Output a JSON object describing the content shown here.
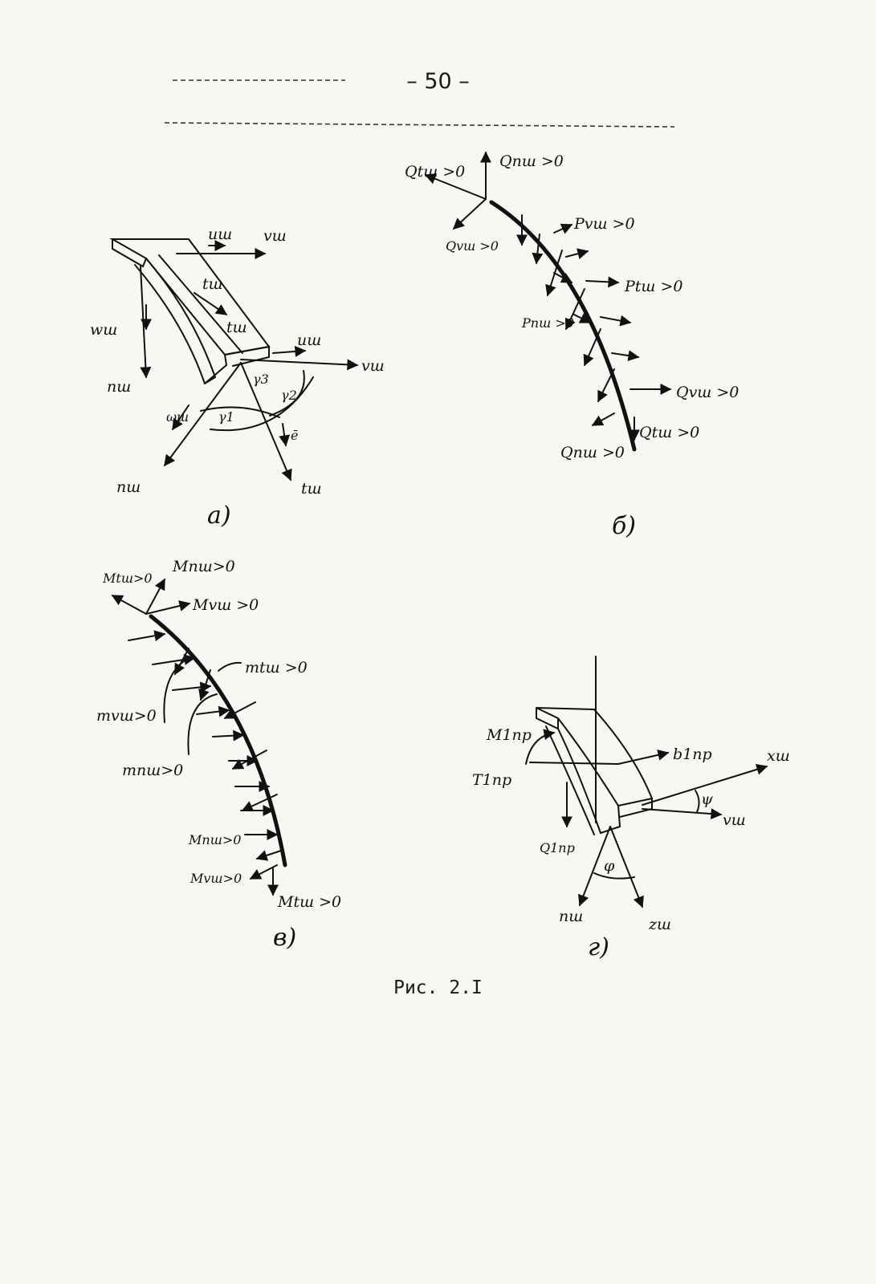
{
  "page": {
    "number": "– 50 –",
    "caption": "Рис. 2.I"
  },
  "panel_a": {
    "sublabel": "а)",
    "labels": {
      "u_top": "uш",
      "v_top": "vш",
      "t_mid": "tш",
      "w": "wш",
      "n_left": "nш",
      "u_right": "uш",
      "v_right": "vш",
      "g3": "γ3",
      "g2": "γ2",
      "g1": "γ1",
      "omega": "ωш",
      "e_vec": "ē",
      "n_bottom": "nш",
      "t_bottom": "tш"
    }
  },
  "panel_b": {
    "sublabel": "б)",
    "labels": {
      "q_n_top": "Qnш >0",
      "q_t_top": "Qtш >0",
      "q_v_top": "Qvш >0",
      "p_v": "Pvш >0",
      "p_t": "Ptш >0",
      "p_n": "Pnш >0",
      "q_v_right": "Qvш >0",
      "q_t_bottom": "Qtш >0",
      "q_n_bottom": "Qnш >0"
    }
  },
  "panel_v": {
    "sublabel": "в)",
    "labels": {
      "m_t_top": "Mtш>0",
      "m_n_top": "Mnш>0",
      "m_v_top": "Mvш >0",
      "small_m_t": "mtш >0",
      "small_m_v": "mvш>0",
      "small_m_n": "mnш>0",
      "m_n_bot": "Mnш>0",
      "m_v_bot": "Mvш>0",
      "m_t_bot": "Mtш >0"
    }
  },
  "panel_g": {
    "sublabel": "г)",
    "labels": {
      "m1": "M1пр",
      "t1": "T1пр",
      "b1": "b1пр",
      "x_axis": "xш",
      "psi": "ψ",
      "v_axis": "vш",
      "q1": "Q1пр",
      "phi": "φ",
      "n_axis": "nш",
      "z_axis": "zш"
    }
  }
}
